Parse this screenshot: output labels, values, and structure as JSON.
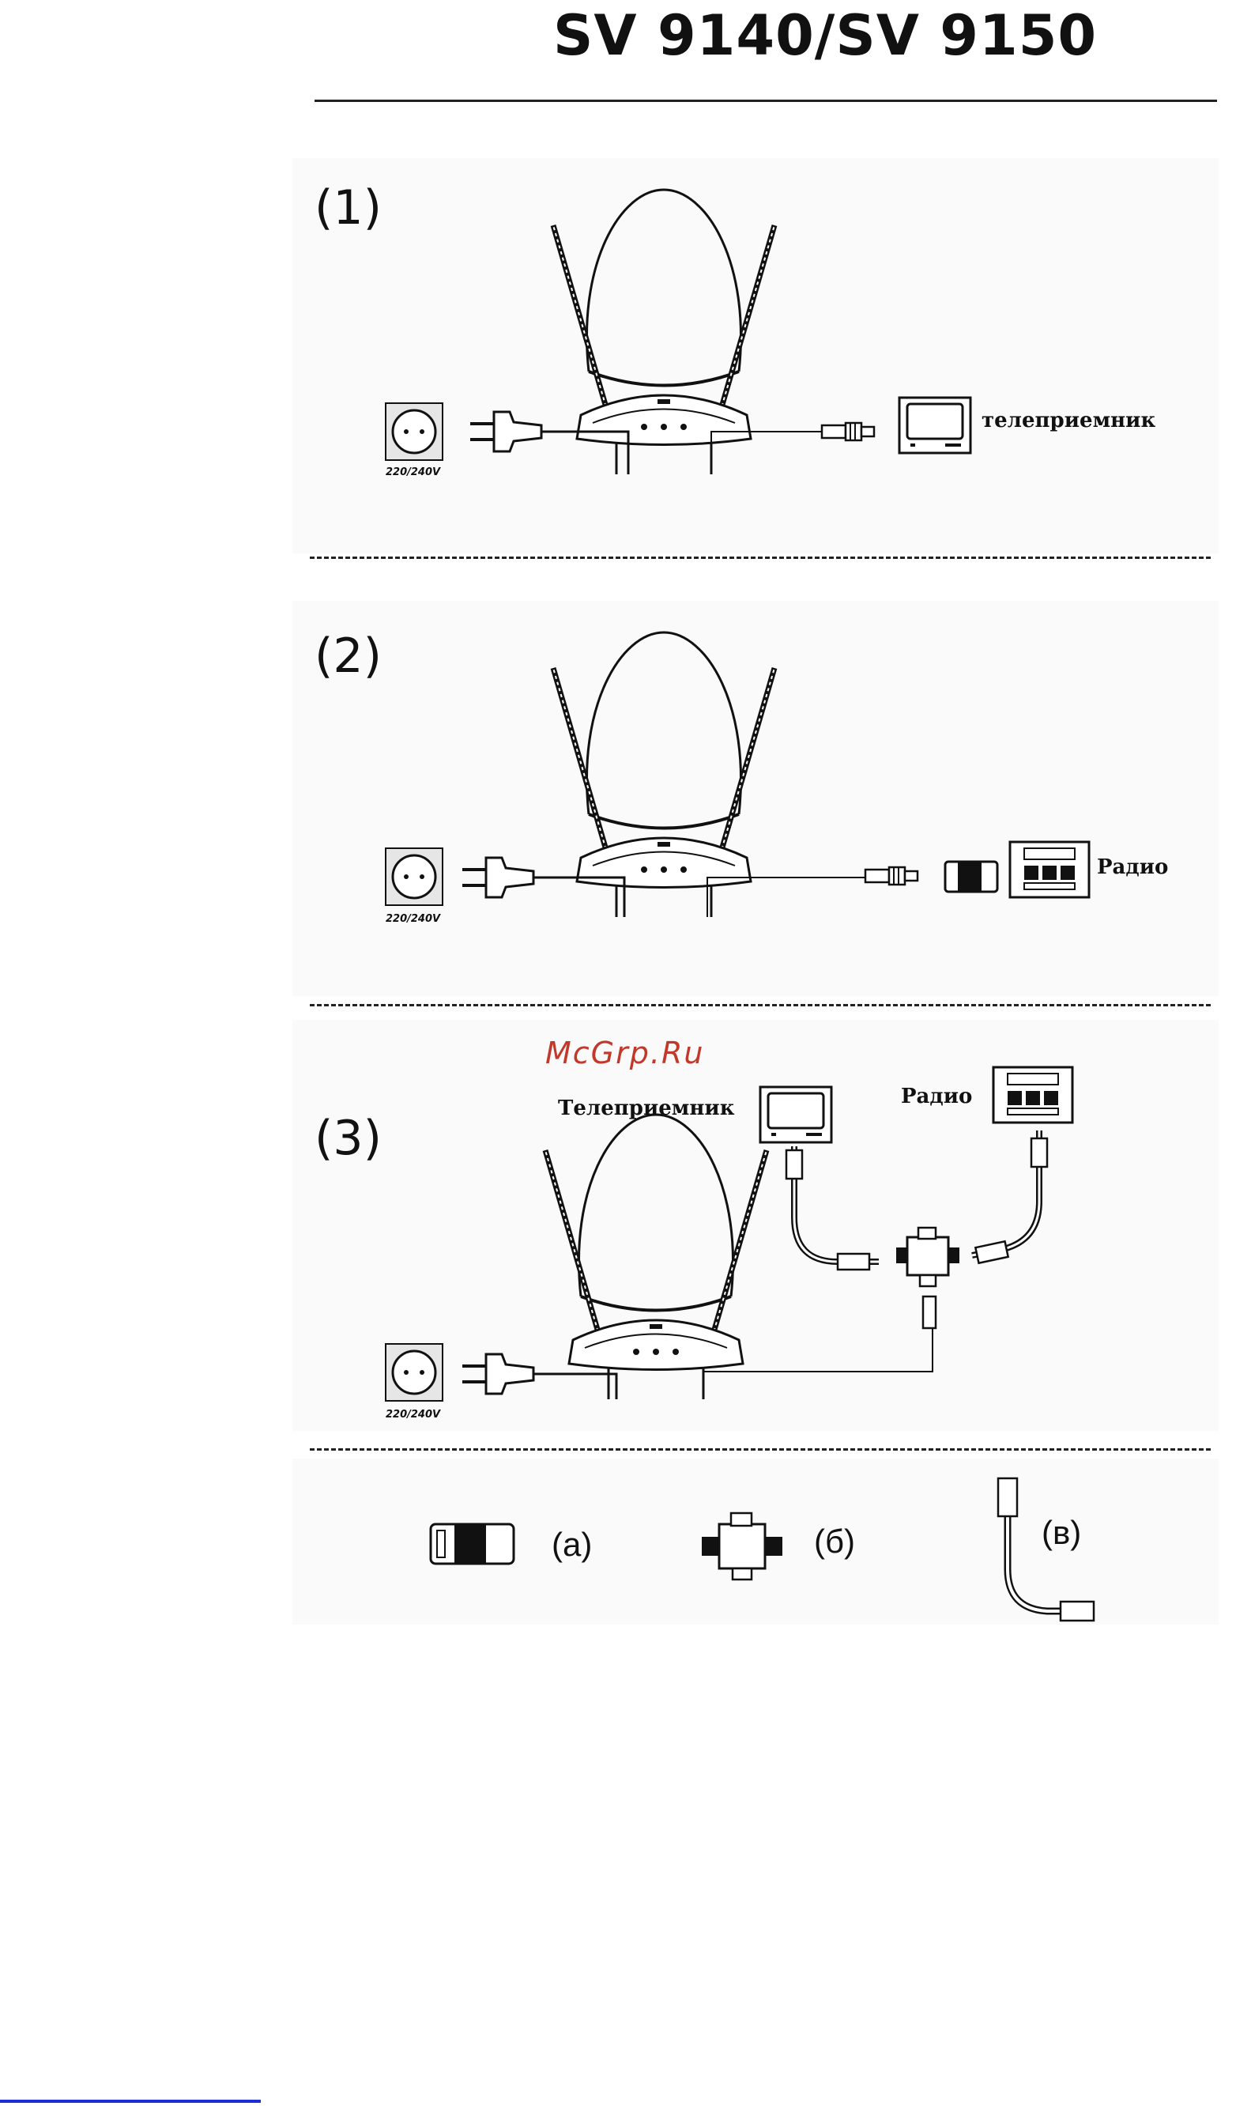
{
  "header": {
    "title": "SV 9140/SV 9150"
  },
  "sections": [
    {
      "label": "(1)",
      "device_label": "телеприемник",
      "voltage": "220/240V"
    },
    {
      "label": "(2)",
      "device_label": "Радио",
      "voltage": "220/240V"
    },
    {
      "label": "(3)",
      "tv_label": "Телеприемник",
      "radio_label": "Радио",
      "voltage": "220/240V"
    }
  ],
  "watermark": "McGrp.Ru",
  "accessories": {
    "a": "(а)",
    "b": "(б)",
    "v": "(в)"
  },
  "colors": {
    "ink": "#111111",
    "watermark": "#c0392b",
    "link_bar": "#1a2fd6"
  }
}
